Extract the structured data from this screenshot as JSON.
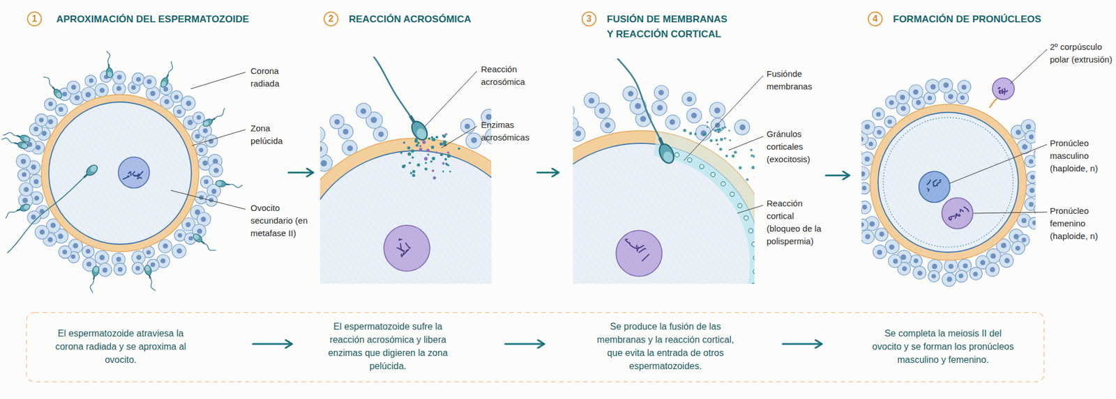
{
  "diagram": {
    "nodes": [
      {
        "text": [
          "1",
          "APROXIMACIÓN DEL ESPERMATOZOIDE"
        ]
      },
      {
        "text": [
          "2",
          "REACCIÓN ACROSÓMICA"
        ]
      },
      {
        "text": [
          "3",
          "FUSIÓN DE MEMBRANAS Y REACCIÓN CORTICAL"
        ]
      },
      {
        "text": [
          "4",
          "FORMACIÓN DE PRONÚCLEOS"
        ]
      },
      {
        "text": [
          "El espermatozoide atraviesa la corona radiada y se aproxima al ovocito."
        ]
      },
      {
        "text": [
          "El espermatozoide sufre la reacción acrosómica y libera enzimas que digieren la zona pelúcida."
        ]
      },
      {
        "text": [
          "Se produce la fusión de las membranas y la reacción cortical, que evita la entrada de otros espermatozoides."
        ]
      },
      {
        "text": [
          "Se completa la meiosis II del ovocito y se forman los pronúcleos masculino y femenino."
        ]
      }
    ],
    "edges": [
      {
        "from": 0,
        "to": 1,
        "arrow": "to"
      },
      {
        "from": 1,
        "to": 2,
        "arrow": "to"
      },
      {
        "from": 2,
        "to": 3,
        "arrow": "to"
      },
      {
        "from": 4,
        "to": 5,
        "arrow": "to"
      },
      {
        "from": 5,
        "to": 6,
        "arrow": "to"
      },
      {
        "from": 6,
        "to": 7,
        "arrow": "to"
      }
    ],
    "labels": [
      "Corona radiada",
      "Zona pelúcida",
      "Ovocito secundario (en metafase II)",
      "Reacción acrosómica",
      "Enzimas acrosómicas",
      "Fusiónde membranas",
      "Gránulos corticales (exocitosis)",
      "Reacción cortical (bloqueo de la polispermia)",
      "2º corpúsculo polar (extrusión)",
      "Pronúcleo masculino (haploide, n)",
      "Pronúcleo femenino (haploide, n)"
    ]
  }
}
